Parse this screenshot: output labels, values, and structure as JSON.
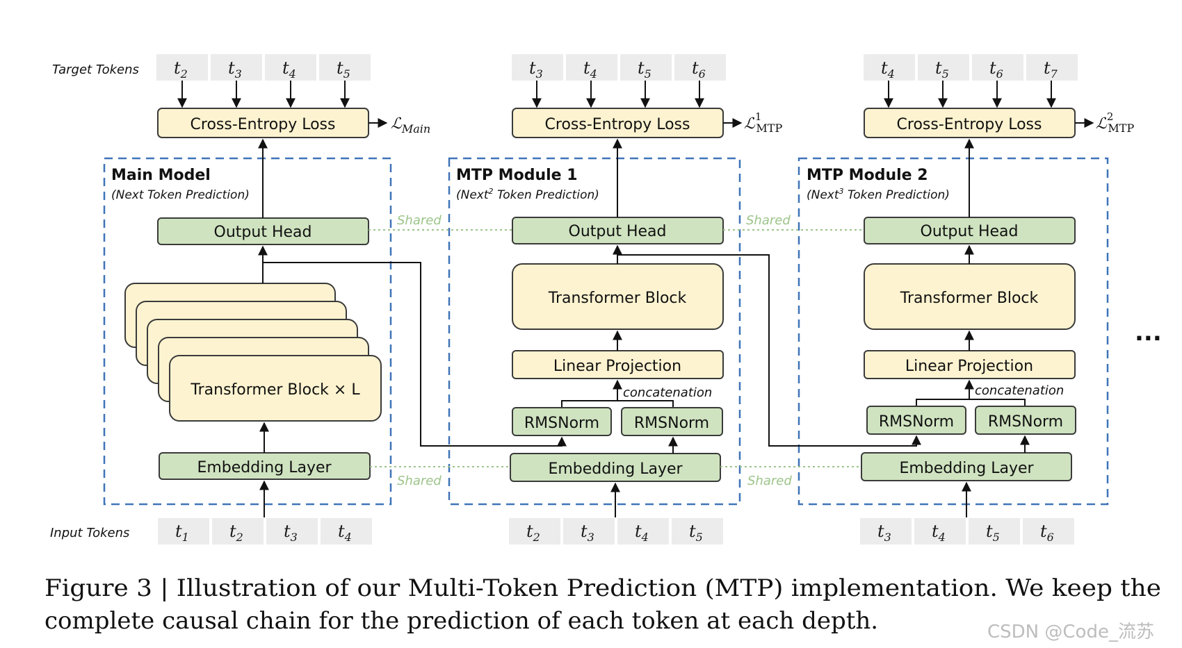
{
  "row_labels": {
    "target": "Target Tokens",
    "input": "Input Tokens"
  },
  "main": {
    "title": "Main Model",
    "subtitle": "(Next Token Prediction)",
    "loss_label": "Cross-Entropy Loss",
    "loss_symbol": "ℒ",
    "loss_sub": "Main",
    "output_head": "Output Head",
    "transformer": "Transformer Block × L",
    "embedding": "Embedding Layer",
    "target_tokens": [
      {
        "b": "t",
        "s": "2"
      },
      {
        "b": "t",
        "s": "3"
      },
      {
        "b": "t",
        "s": "4"
      },
      {
        "b": "t",
        "s": "5"
      }
    ],
    "input_tokens": [
      {
        "b": "t",
        "s": "1"
      },
      {
        "b": "t",
        "s": "2"
      },
      {
        "b": "t",
        "s": "3"
      },
      {
        "b": "t",
        "s": "4"
      }
    ]
  },
  "mtp1": {
    "title": "MTP Module 1",
    "subtitle_a": "(Next",
    "subtitle_sup": "2",
    "subtitle_b": " Token Prediction)",
    "loss_label": "Cross-Entropy Loss",
    "loss_symbol": "ℒ",
    "loss_sup": "1",
    "loss_sub": "MTP",
    "output_head": "Output Head",
    "transformer": "Transformer Block",
    "linear": "Linear Projection",
    "concat": "concatenation",
    "rms_left": "RMSNorm",
    "rms_right": "RMSNorm",
    "embedding": "Embedding Layer",
    "target_tokens": [
      {
        "b": "t",
        "s": "3"
      },
      {
        "b": "t",
        "s": "4"
      },
      {
        "b": "t",
        "s": "5"
      },
      {
        "b": "t",
        "s": "6"
      }
    ],
    "input_tokens": [
      {
        "b": "t",
        "s": "2"
      },
      {
        "b": "t",
        "s": "3"
      },
      {
        "b": "t",
        "s": "4"
      },
      {
        "b": "t",
        "s": "5"
      }
    ]
  },
  "mtp2": {
    "title": "MTP Module 2",
    "subtitle_a": "(Next",
    "subtitle_sup": "3",
    "subtitle_b": " Token Prediction)",
    "loss_label": "Cross-Entropy Loss",
    "loss_symbol": "ℒ",
    "loss_sup": "2",
    "loss_sub": "MTP",
    "output_head": "Output Head",
    "transformer": "Transformer Block",
    "linear": "Linear Projection",
    "concat": "concatenation",
    "rms_left": "RMSNorm",
    "rms_right": "RMSNorm",
    "embedding": "Embedding Layer",
    "target_tokens": [
      {
        "b": "t",
        "s": "4"
      },
      {
        "b": "t",
        "s": "5"
      },
      {
        "b": "t",
        "s": "6"
      },
      {
        "b": "t",
        "s": "7"
      }
    ],
    "input_tokens": [
      {
        "b": "t",
        "s": "3"
      },
      {
        "b": "t",
        "s": "4"
      },
      {
        "b": "t",
        "s": "5"
      },
      {
        "b": "t",
        "s": "6"
      }
    ]
  },
  "shared": {
    "top_1": "Shared",
    "top_2": "Shared",
    "bottom_1": "Shared",
    "bottom_2": "Shared"
  },
  "ellipsis": "...",
  "caption": {
    "line1": "Figure 3 | Illustration of our Multi-Token Prediction (MTP) implementation.  We keep the",
    "line2": "complete causal chain for the prediction of each token at each depth."
  },
  "watermark": "CSDN @Code_流苏",
  "colors": {
    "yellow_box": "#fdf3d0",
    "green_box": "#cfe3c0",
    "dash_blue": "#3f74b8",
    "shared_green": "#9cc48a",
    "token_bg": "#ececec"
  }
}
